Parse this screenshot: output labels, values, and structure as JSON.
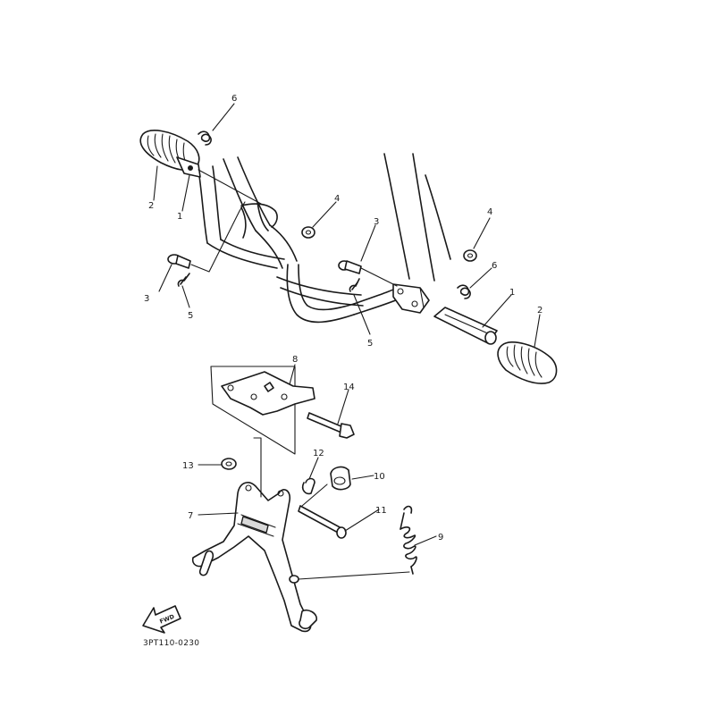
{
  "diagram": {
    "part_code": "3PT110-0230",
    "direction_label": "FWD",
    "callouts": [
      {
        "id": "c6a",
        "label": "6"
      },
      {
        "id": "c2a",
        "label": "2"
      },
      {
        "id": "c1a",
        "label": "1"
      },
      {
        "id": "c4a",
        "label": "4"
      },
      {
        "id": "c3a",
        "label": "3"
      },
      {
        "id": "c5a",
        "label": "5"
      },
      {
        "id": "c3b",
        "label": "3"
      },
      {
        "id": "c5b",
        "label": "5"
      },
      {
        "id": "c4b",
        "label": "4"
      },
      {
        "id": "c6b",
        "label": "6"
      },
      {
        "id": "c1b",
        "label": "1"
      },
      {
        "id": "c2b",
        "label": "2"
      },
      {
        "id": "c8",
        "label": "8"
      },
      {
        "id": "c14",
        "label": "14"
      },
      {
        "id": "c13",
        "label": "13"
      },
      {
        "id": "c12",
        "label": "12"
      },
      {
        "id": "c10",
        "label": "10"
      },
      {
        "id": "c7",
        "label": "7"
      },
      {
        "id": "c11",
        "label": "11"
      },
      {
        "id": "c9",
        "label": "9"
      }
    ]
  }
}
